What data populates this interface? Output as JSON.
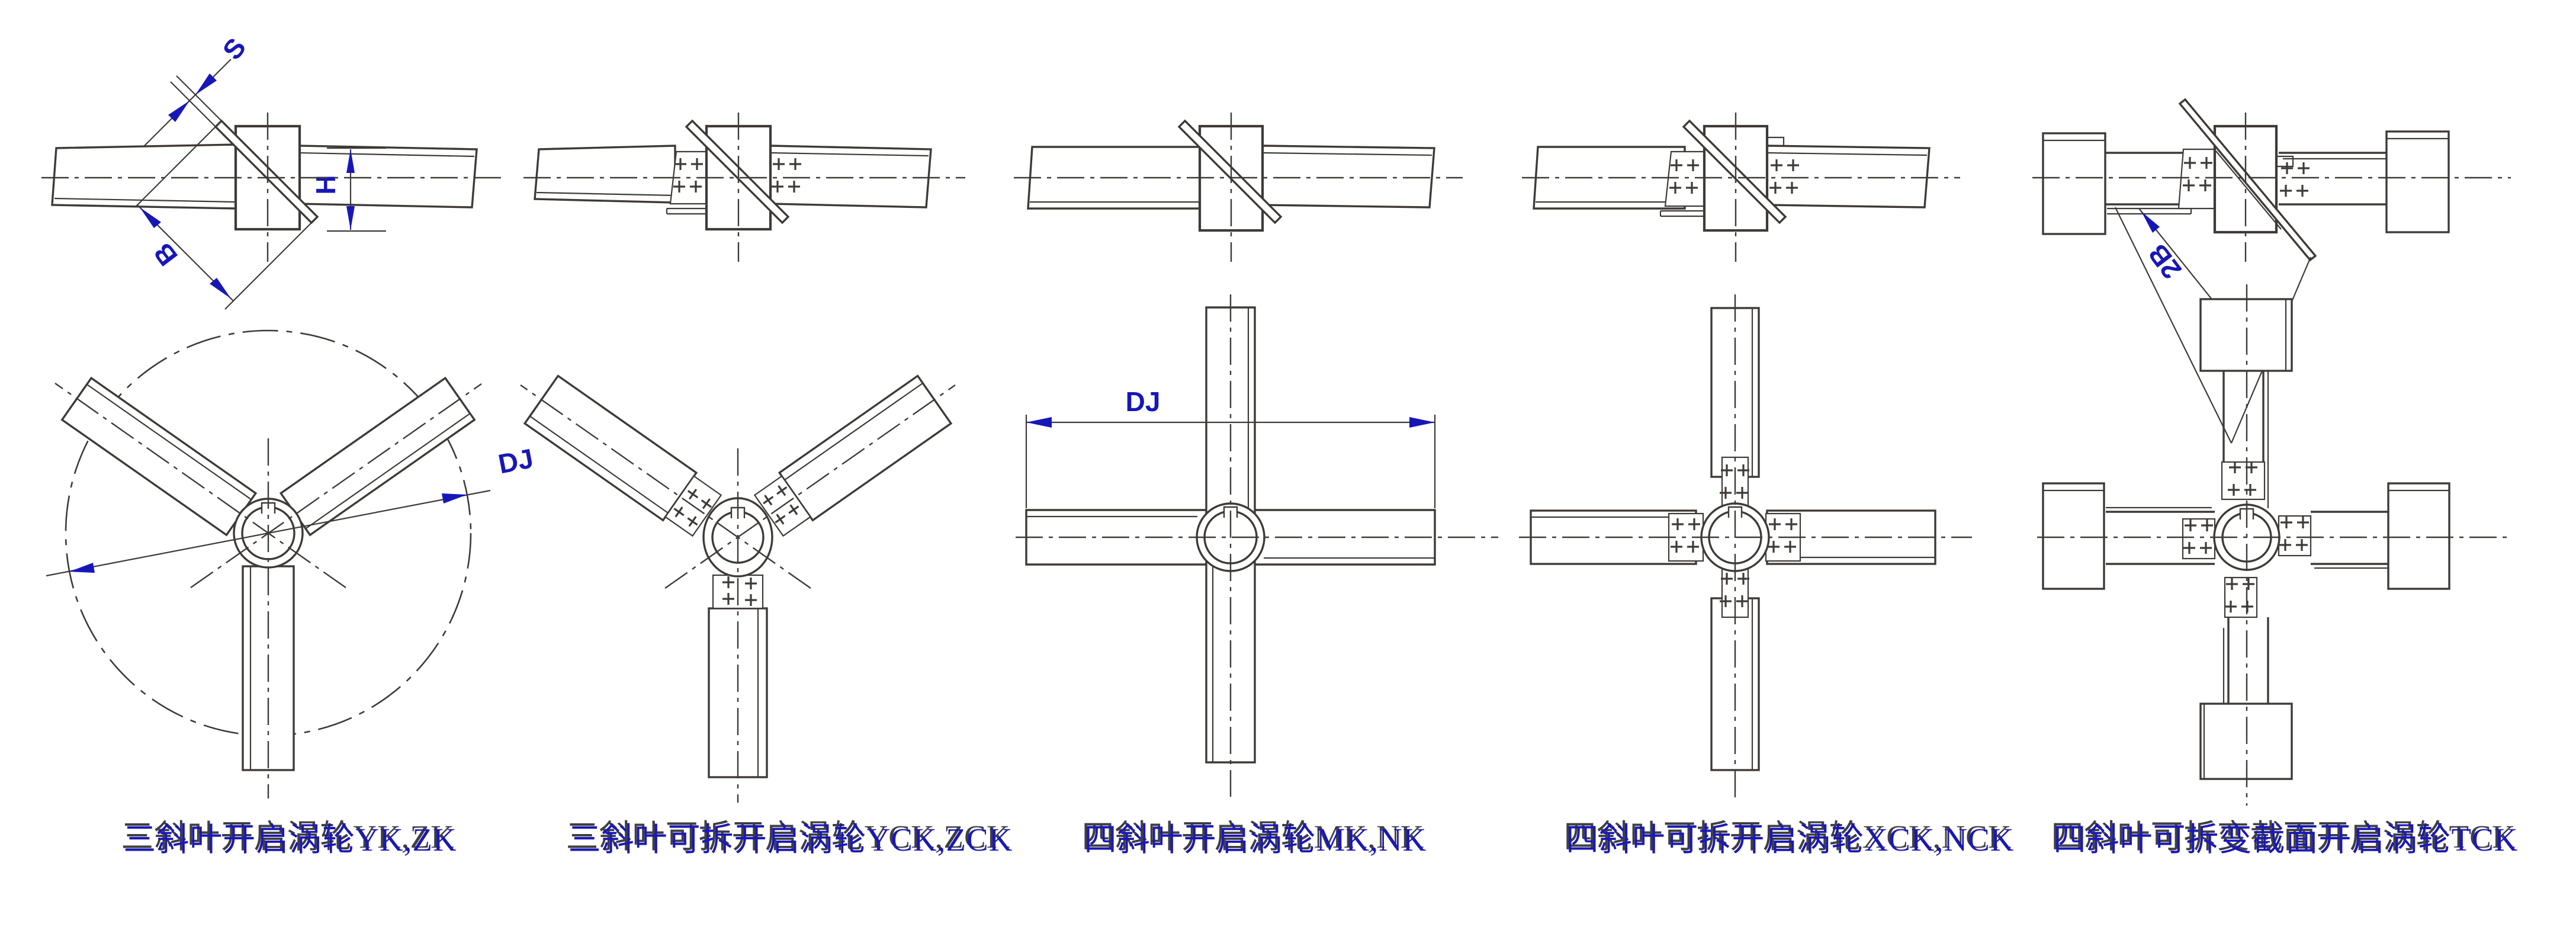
{
  "page": {
    "background": "#ffffff"
  },
  "colors": {
    "line": "#3e3a37",
    "accent_blue": "#1717b8",
    "label_shadow": "#3f3f3f"
  },
  "diagrams": [
    {
      "id": "yk-zk",
      "caption": "三斜叶开启涡轮YK,ZK",
      "blade_count": 3,
      "side_dims": [
        "S",
        "H",
        "B"
      ],
      "plan_dims": [
        "DJ"
      ]
    },
    {
      "id": "yck-zck",
      "caption": "三斜叶可拆开启涡轮YCK,ZCK",
      "blade_count": 3,
      "side_dims": [],
      "plan_dims": []
    },
    {
      "id": "mk-nk",
      "caption": "四斜叶开启涡轮MK,NK",
      "blade_count": 4,
      "side_dims": [],
      "plan_dims": [
        "DJ"
      ]
    },
    {
      "id": "xck-nck",
      "caption": "四斜叶可拆开启涡轮XCK,NCK",
      "blade_count": 4,
      "side_dims": [],
      "plan_dims": []
    },
    {
      "id": "tck",
      "caption": "四斜叶可拆变截面开启涡轮TCK",
      "blade_count": 4,
      "side_dims": [
        "2B"
      ],
      "plan_dims": []
    }
  ]
}
